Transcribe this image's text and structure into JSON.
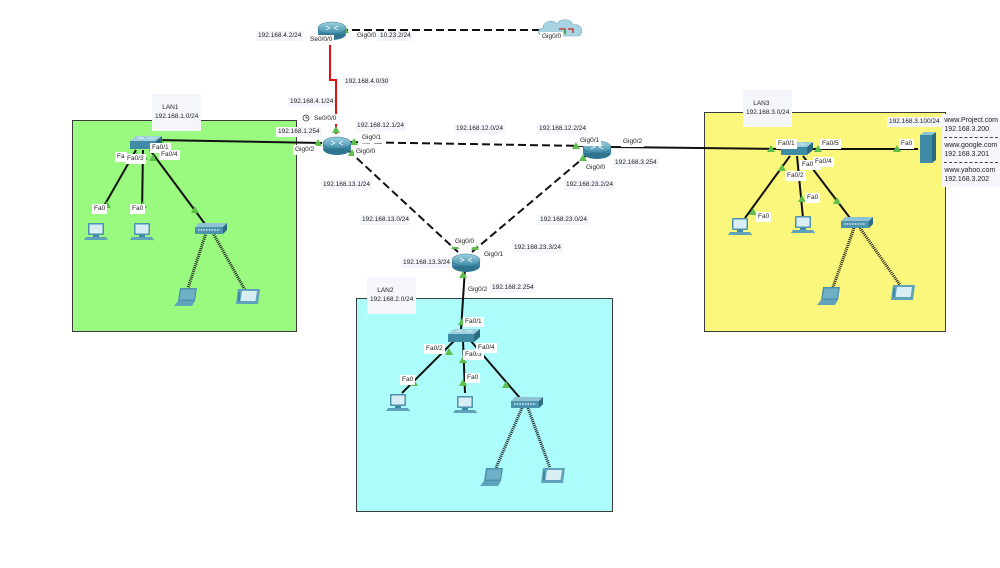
{
  "areas": {
    "lan1": {
      "title": "LAN1",
      "network": "192.168.1.0/24",
      "color": "#99fa7f"
    },
    "lan2": {
      "title": "LAN2",
      "network": "192.168.2.0/24",
      "color": "#acfcfc"
    },
    "lan3": {
      "title": "LAN3",
      "network": "192.168.3.0/24",
      "color": "#faf77c"
    }
  },
  "devices": {
    "isp_router": {
      "type": "router",
      "ip_label": "192.168.4.2/24",
      "port_serial": "Se0/0/0",
      "port_gig": "Gig0/0",
      "gig_ip": "10.23.2/24"
    },
    "cloud": {
      "type": "cloud",
      "port": "Gig0/0"
    },
    "r1": {
      "type": "router",
      "se_ip": "192.168.4.1/24",
      "se_port": "Se0/0/0",
      "lan_ip": "192.168.1.254",
      "lan_port": "Gig0/2",
      "g01_ip": "192.168.12.1/24",
      "g01_port": "Gig0/1",
      "g00_port": "Gig0/0",
      "g00_ip": "192.168.13.1/24"
    },
    "r2": {
      "type": "router",
      "g01_ip": "192.168.12.2/24",
      "g01_port": "Gig0/1",
      "g02_port": "Gig0/2",
      "lan_ip": "192.168.3.254",
      "g00_port": "Gig0/0",
      "g00_ip": "192.168.23.2/24"
    },
    "r3": {
      "type": "router",
      "g00_port": "Gig0/0",
      "g00_ip": "192.168.13.3/24",
      "g01_port": "Gig0/1",
      "g01_ip": "192.168.23.3/24",
      "g02_port": "Gig0/2",
      "lan_ip": "192.168.2.254"
    },
    "server": {
      "type": "server",
      "ip": "192.168.3.100/24",
      "port": "Fa0"
    }
  },
  "links": {
    "serial_net": "192.168.4.0/30",
    "r1_r2_net": "192.168.12.0/24",
    "r1_r3_net": "192.168.13.0/24",
    "r2_r3_net": "192.168.23.0/24"
  },
  "switch_ports": {
    "lan1": {
      "uplink": "Fa0/1",
      "p2": "Fa",
      "p3": "Fa0/3",
      "p4": "Fa0/4",
      "pc_port": "Fa0"
    },
    "lan2": {
      "uplink": "Fa0/1",
      "p2": "Fa0/2",
      "p3": "Fa0/3",
      "p4": "Fa0/4",
      "pc_port": "Fa0"
    },
    "lan3": {
      "uplink": "Fa0/1",
      "p2": "Fa0/2",
      "p3": "Fa0/3",
      "p4": "Fa0/4",
      "p5": "Fa0/5",
      "pc_port": "Fa0"
    }
  },
  "dns_note": [
    {
      "host": "www.Project.com",
      "ip": "192.168.3.200"
    },
    {
      "host": "www.google.com",
      "ip": "192.168.3.201"
    },
    {
      "host": "www.yahoo.com",
      "ip": "192.168.3.202"
    }
  ],
  "colors": {
    "link_copper": "#111111",
    "link_serial": "#e01010",
    "port_up": "#5cc04a",
    "device_blue": "#4a9bb5"
  }
}
